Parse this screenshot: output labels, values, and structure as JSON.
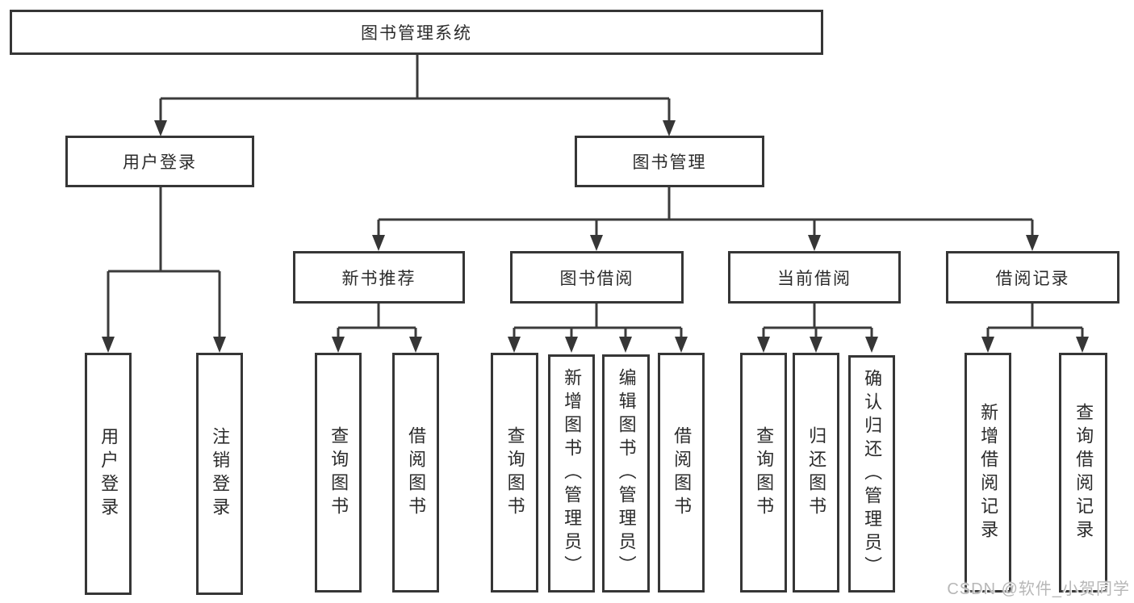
{
  "tree": {
    "root": {
      "label": "图书管理系统"
    },
    "branches": [
      {
        "label": "用户登录",
        "children": [
          {
            "label": "用户登录"
          },
          {
            "label": "注销登录"
          }
        ]
      },
      {
        "label": "图书管理",
        "children": [
          {
            "label": "新书推荐",
            "children": [
              {
                "label": "查询图书"
              },
              {
                "label": "借阅图书"
              }
            ]
          },
          {
            "label": "图书借阅",
            "children": [
              {
                "label": "查询图书"
              },
              {
                "label": "新增图书（管理员）"
              },
              {
                "label": "编辑图书（管理员）"
              },
              {
                "label": "借阅图书"
              }
            ]
          },
          {
            "label": "当前借阅",
            "children": [
              {
                "label": "查询图书"
              },
              {
                "label": "归还图书"
              },
              {
                "label": "确认归还（管理员）"
              }
            ]
          },
          {
            "label": "借阅记录",
            "children": [
              {
                "label": "新增借阅记录"
              },
              {
                "label": "查询借阅记录"
              }
            ]
          }
        ]
      }
    ]
  },
  "watermark": {
    "text": "CSDN @软件_小贺同学"
  },
  "colors": {
    "line": "#3b3b3b",
    "box_border": "#363636",
    "text": "#2b2b2b",
    "watermark": "#b7b7b7",
    "background": "#ffffff"
  }
}
